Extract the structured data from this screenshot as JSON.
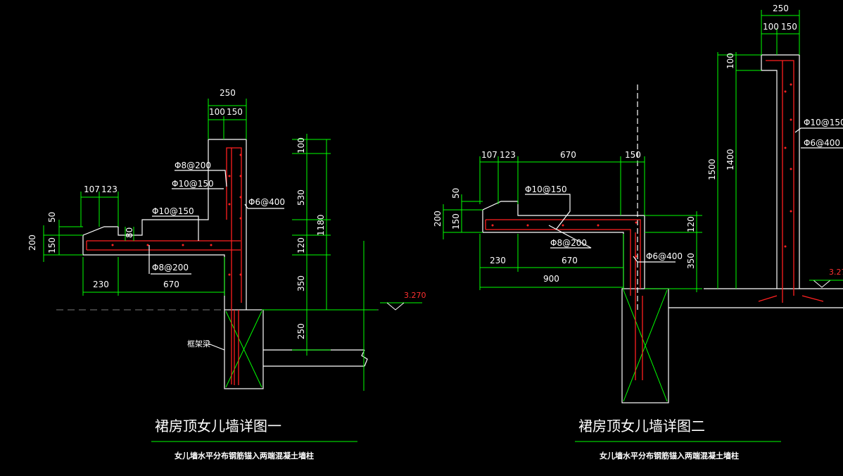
{
  "detail1": {
    "dims": {
      "top_250": "250",
      "top_100": "100",
      "top_150": "150",
      "d107": "107",
      "d123": "123",
      "d50": "50",
      "d200": "200",
      "d150": "150",
      "d80": "80",
      "d230": "230",
      "d670": "670",
      "r100": "100",
      "r530": "530",
      "r120": "120",
      "r350": "350",
      "r1180": "1180",
      "r250": "250"
    },
    "rebars": {
      "a": "Φ8@200",
      "b": "Φ10@150",
      "c": "Φ10@150",
      "d": "Φ6@400",
      "e": "Φ8@200"
    },
    "level": "3.270",
    "beam_label": "框架梁",
    "title": "裙房顶女儿墙详图一",
    "subtitle": "女儿墙水平分布钢筋锚入两端混凝土墙柱"
  },
  "detail2": {
    "dims": {
      "top_250": "250",
      "top_100": "100",
      "top_150": "150",
      "d107": "107",
      "d123": "123",
      "d670": "670",
      "d150": "150",
      "d50": "50",
      "d200": "200",
      "d150b": "150",
      "r120": "120",
      "r350": "350",
      "d230": "230",
      "d670b": "670",
      "d900": "900",
      "v100": "100",
      "v1500": "1500",
      "v1400": "1400"
    },
    "rebars": {
      "a": "Φ10@150",
      "b": "Φ8@200",
      "c": "Φ6@400",
      "d": "Φ10@150",
      "e": "Φ6@400"
    },
    "level": "3.27",
    "title": "裙房顶女儿墙详图二",
    "subtitle": "女儿墙水平分布钢筋锚入两端混凝土墙柱"
  }
}
